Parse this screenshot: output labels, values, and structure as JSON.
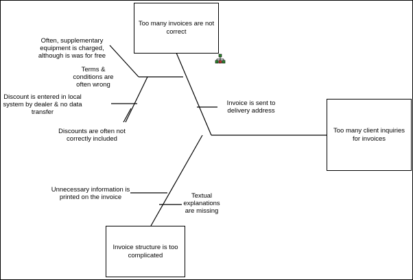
{
  "diagram": {
    "effect": "Too many client inquiries for invoices",
    "causes": {
      "incorrect_invoices": "Too many invoices are not correct",
      "complicated_structure": "Invoice structure is too complicated"
    },
    "sub_causes": {
      "supplementary_equipment": "Often, supplementary equipment is charged, although is was for free",
      "terms_conditions": "Terms & conditions are often wrong",
      "discount_local_system": "Discount is entered in local system by dealer & no data transfer",
      "discounts_not_included": "Discounts are often not correctly included",
      "delivery_address": "Invoice is sent to delivery address",
      "unnecessary_info": "Unnecessary information is printed on the invoice",
      "textual_explanations": "Textual explanations are missing"
    },
    "icon": "org-chart-icon",
    "colors": {
      "line": "#000000",
      "icon_green": "#2e8b2e",
      "icon_red": "#c0392b"
    }
  }
}
